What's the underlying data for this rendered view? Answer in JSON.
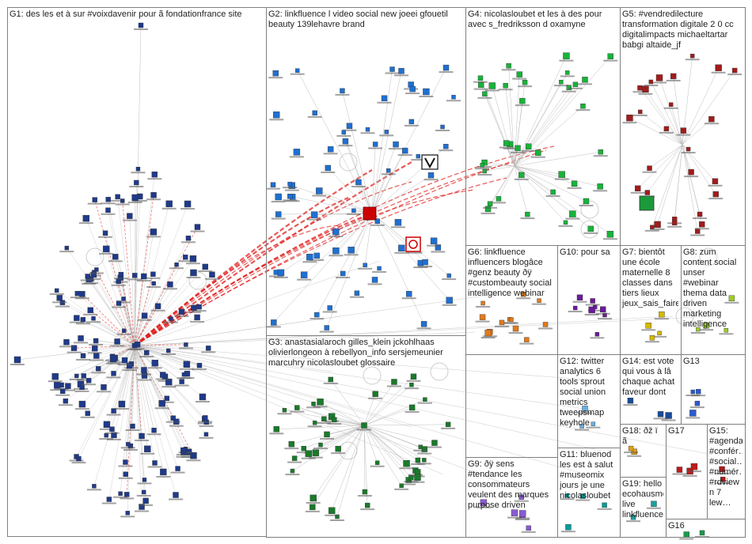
{
  "groups": [
    {
      "id": "G1",
      "text": "G1: des les et à sur #voixdavenir pour ã fondationfrance site"
    },
    {
      "id": "G2",
      "text": "G2: linkfluence l video social new joeei gfouetil beauty 139lehavre brand"
    },
    {
      "id": "G3",
      "text": "G3: anastasialaroch gilles_klein jckohlhaas olivierlongeon à rebellyon_info sersjemeunier marcuhry nicolasloubet glossaire"
    },
    {
      "id": "G4",
      "text": "G4: nicolasloubet et les à des pour avec s_fredriksson d oxamyne"
    },
    {
      "id": "G5",
      "text": "G5: #vendredilecture transformation digitale 2 0 cc digitalimpacts michaeltartar babgi altaide_jf"
    },
    {
      "id": "G6",
      "text": "G6: linkfluence influencers blogâce #genz beauty ðÿ #custombeauty social intelligence webinar"
    },
    {
      "id": "G7",
      "text": "G7: bientôt une école maternelle 8 classes dans tiers lieux jeux_sais_faire"
    },
    {
      "id": "G8",
      "text": "G8: zum content social unser #webinar thema data driven marketing intelligence"
    },
    {
      "id": "G9",
      "text": "G9: ðÿ sens #tendance les consommateurs veulent des marques purpose driven"
    },
    {
      "id": "G10",
      "text": "G10: pour sa"
    },
    {
      "id": "G11",
      "text": "G11: bluenod les est à salut #museomix jours je une nicolasloubet"
    },
    {
      "id": "G12",
      "text": "G12: twitter analytics 6 tools sprout social union metrics tweepsmap keyhole"
    },
    {
      "id": "G13",
      "text": "G13"
    },
    {
      "id": "G14",
      "text": "G14: est vote qui vous à lâ chaque achat faveur dont"
    },
    {
      "id": "G15",
      "text": "G15: #agenda #confér… #social… #numér… #rdview n 7 lew…"
    },
    {
      "id": "G16",
      "text": "G16"
    },
    {
      "id": "G17",
      "text": "G17"
    },
    {
      "id": "G18",
      "text": "G18: ðž ï ã"
    },
    {
      "id": "G19",
      "text": "G19: hello ecohausme live linkfluence"
    }
  ],
  "colors": {
    "grid": "#7f7f7f",
    "edge": "#bdbdbd",
    "edge_red": "#e0201f",
    "g1": "#1f3a8a",
    "g2": "#1f6fd1",
    "g3": "#1a7a2a",
    "g4": "#17b33a",
    "g5": "#a11c1c",
    "g6": "#e07a1c",
    "g7": "#d4b800",
    "g8": "#9bcc2a",
    "g9": "#8a5ad1",
    "g10": "#6a1a9a",
    "g11": "#0a9a9a",
    "g12": "#6ab0e0",
    "g13": "#2a5ad1",
    "g14": "#1a4a9a",
    "g15": "#b01a1a",
    "g16": "#1a9a4a",
    "g17": "#c01a1a",
    "g18": "#e0a01a",
    "g19": "#1aa0a0"
  }
}
